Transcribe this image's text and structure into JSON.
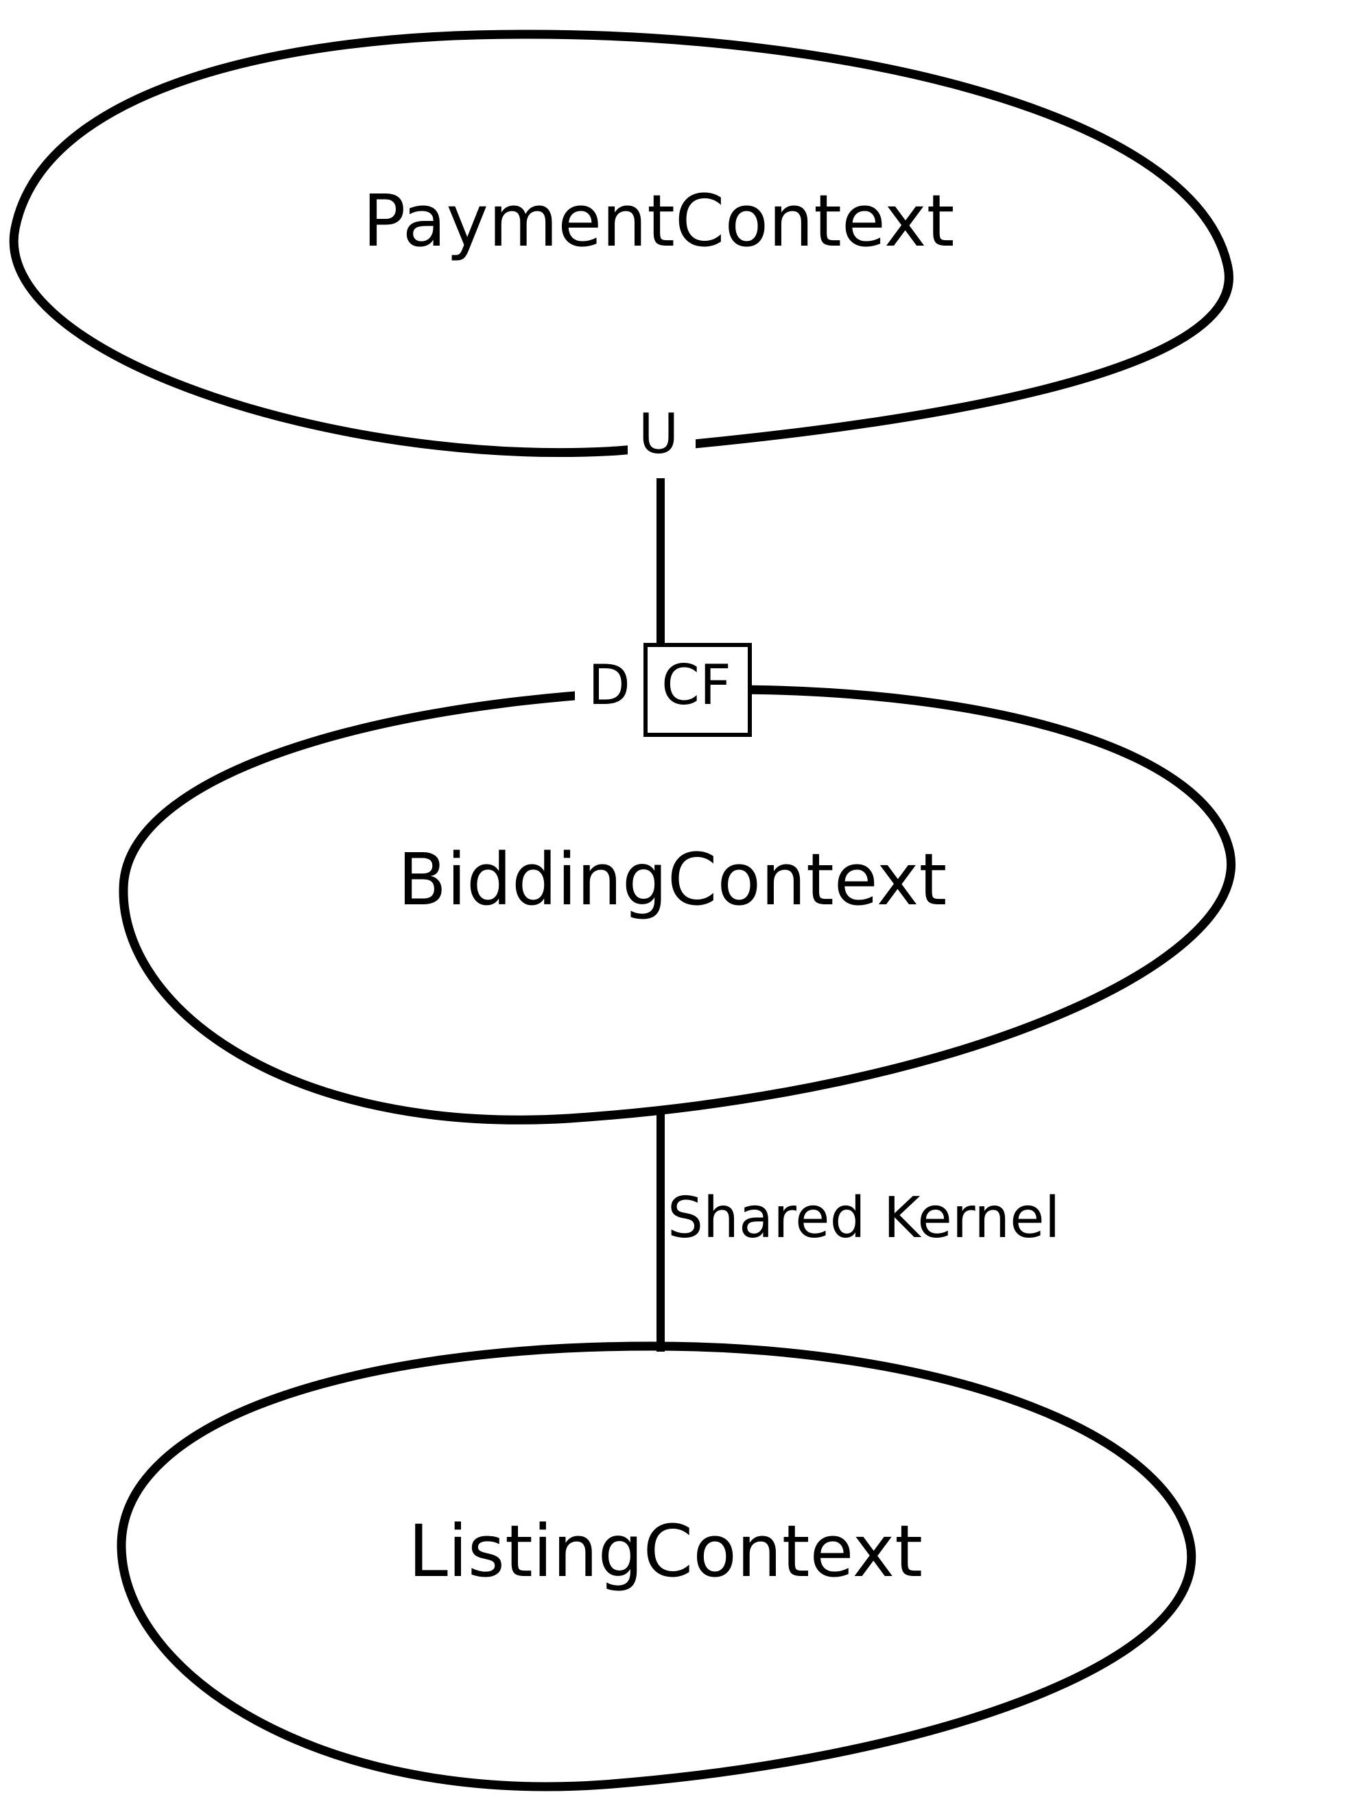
{
  "diagram_type": "ddd-context-map",
  "colors": {
    "background": "#ffffff",
    "stroke": "#000000",
    "text": "#000000"
  },
  "nodes": [
    {
      "id": "payment",
      "label": "PaymentContext"
    },
    {
      "id": "bidding",
      "label": "BiddingContext"
    },
    {
      "id": "listing",
      "label": "ListingContext"
    }
  ],
  "relationships": {
    "upstream_downstream": {
      "from": "PaymentContext",
      "to": "BiddingContext",
      "upstream_marker": "U",
      "downstream_marker": "D",
      "pattern_marker": "CF"
    },
    "shared_kernel": {
      "from": "BiddingContext",
      "to": "ListingContext",
      "label": "Shared Kernel"
    }
  }
}
